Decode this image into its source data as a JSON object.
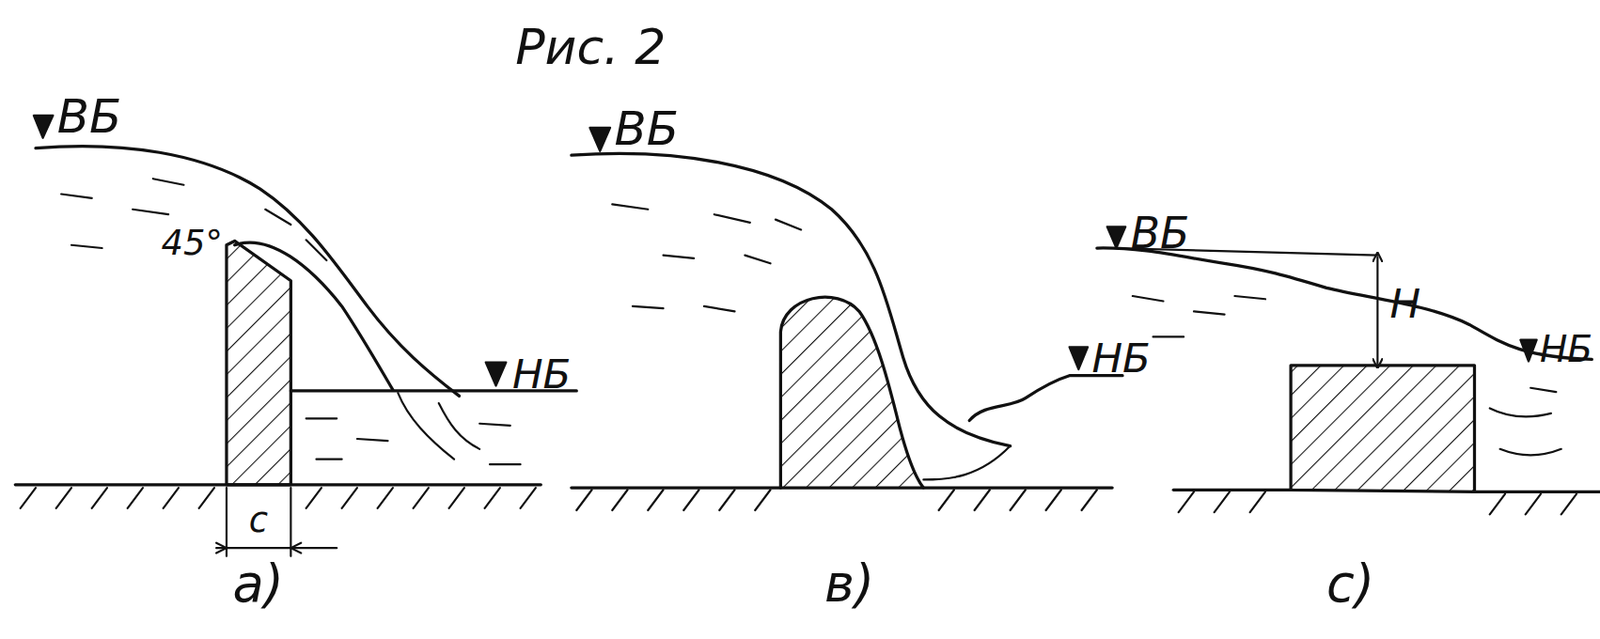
{
  "diagram": {
    "title": "Рис. 2",
    "labels": [
      "ВБ",
      "45°",
      "НБ",
      "c",
      "a)",
      "ВБ",
      "НБ",
      "в)",
      "ВБ",
      "H",
      "НБ",
      "с)"
    ]
  }
}
